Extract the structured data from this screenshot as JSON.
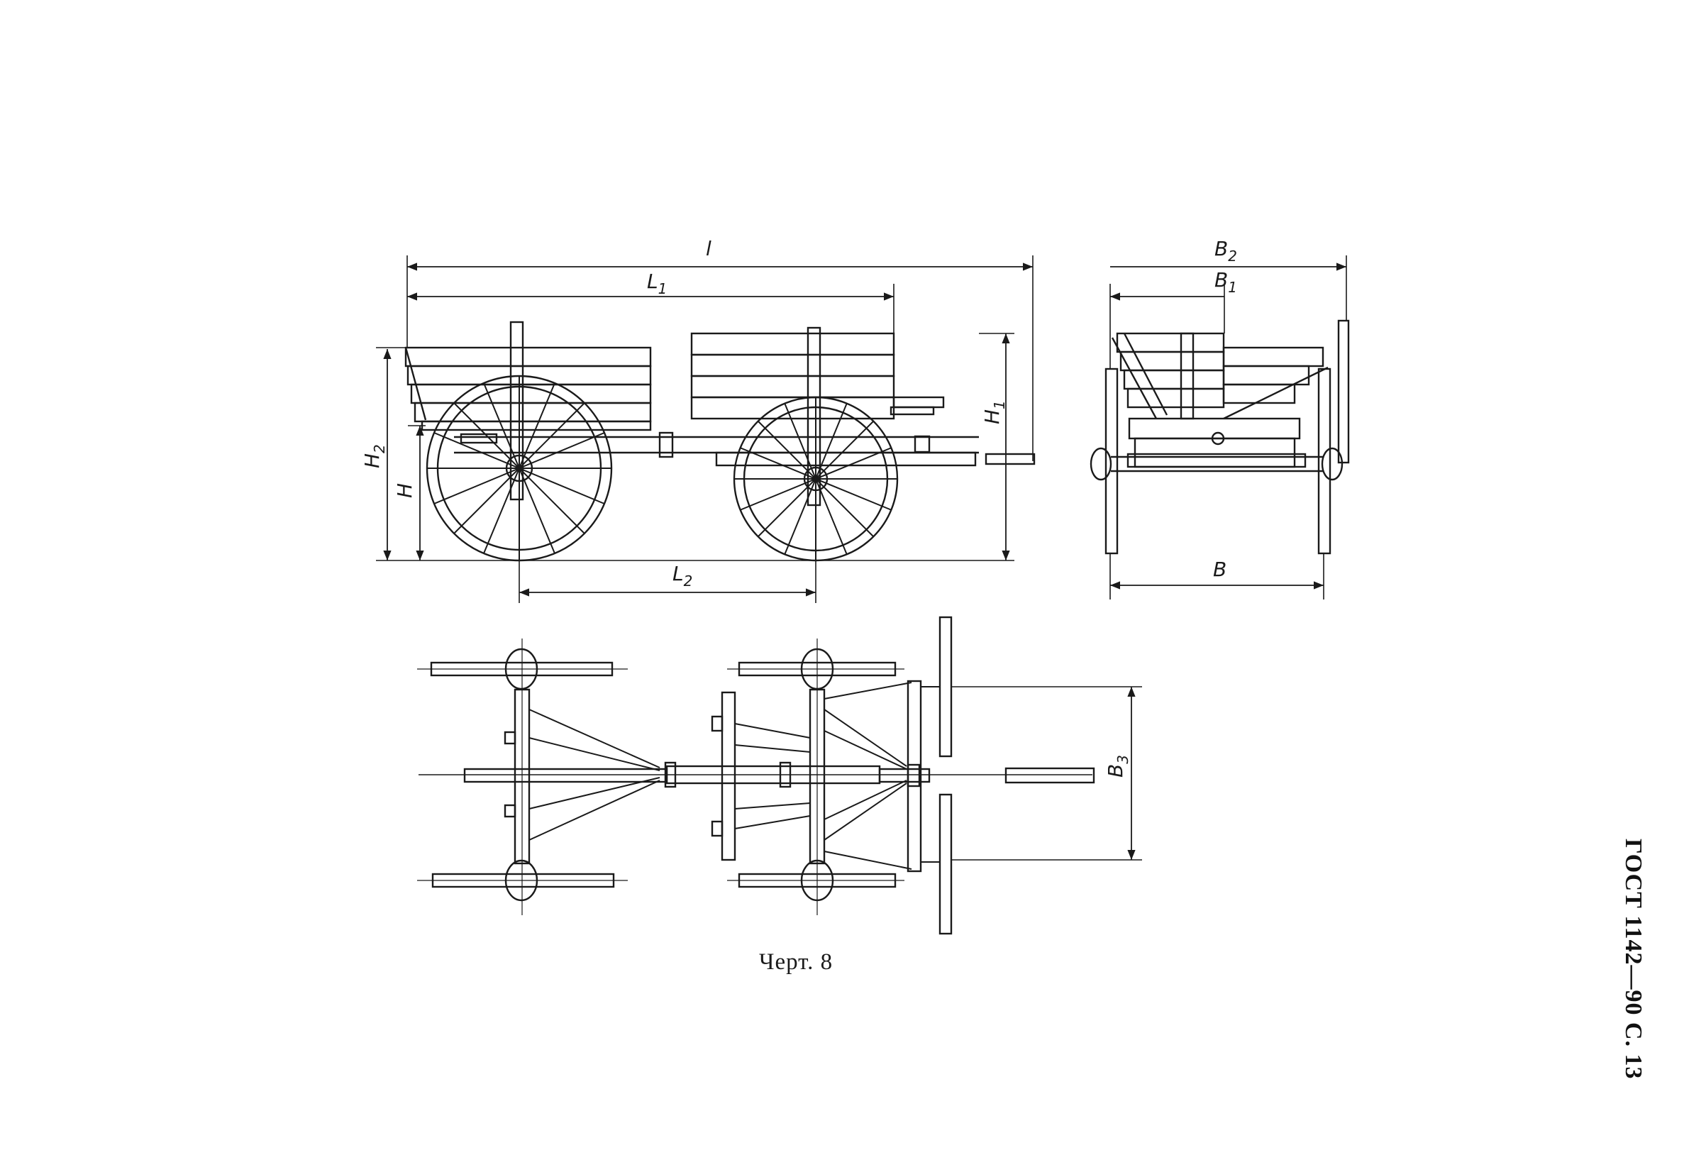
{
  "document": {
    "header": "ГОСТ 1142—90 С. 13",
    "caption": "Черт. 8"
  },
  "dimensions": {
    "l": "l",
    "L1": "L",
    "L1_sub": "1",
    "L2": "L",
    "L2_sub": "2",
    "H": "H",
    "H1": "H",
    "H1_sub": "1",
    "H2": "H",
    "H2_sub": "2",
    "B": "B",
    "B1": "B",
    "B1_sub": "1",
    "B2": "B",
    "B2_sub": "2",
    "B3": "B",
    "B3_sub": "3"
  },
  "colors": {
    "ink": "#1a1a1a",
    "paper": "#ffffff"
  }
}
